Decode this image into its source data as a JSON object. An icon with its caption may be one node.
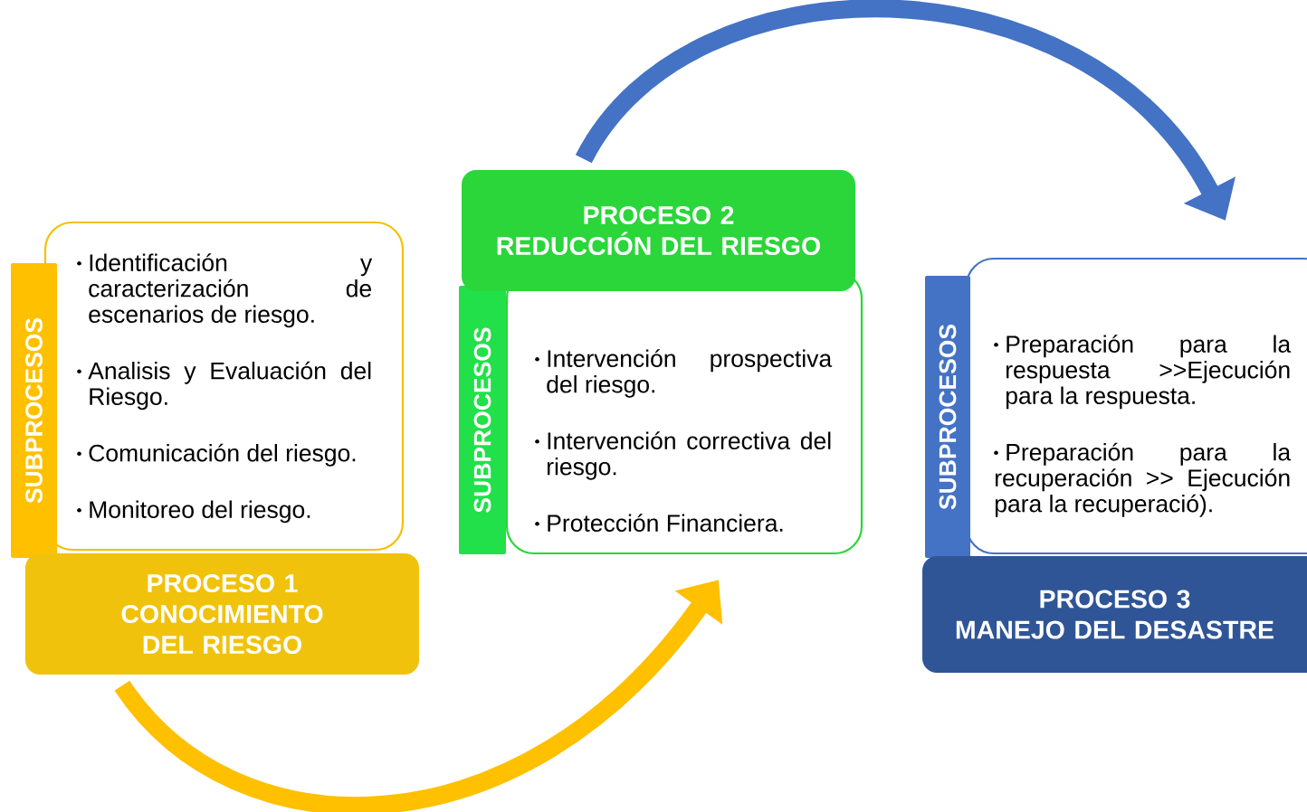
{
  "diagram": {
    "nodes": [
      {
        "text": [
          "Identificación y caracterización de escenarios de riesgo.",
          "Analisis y Evaluación del Riesgo.",
          "Comunicación del riesgo.",
          "Monitoreo del riesgo."
        ]
      },
      {
        "text": [
          "SUBPROCESOS"
        ]
      },
      {
        "text": [
          "PROCESO 1",
          "CONOCIMIENTO DEL RIESGO"
        ]
      },
      {
        "text": [
          "PROCESO 2",
          "REDUCCIÓN DEL RIESGO"
        ]
      },
      {
        "text": [
          "SUBPROCESOS"
        ]
      },
      {
        "text": [
          "Intervención prospectiva del riesgo.",
          "Intervención correctiva del riesgo.",
          "Protección Financiera."
        ]
      },
      {
        "text": [
          "SUBPROCESOS"
        ]
      },
      {
        "text": [
          "Preparación para la respuesta >>Ejecución para la respuesta.",
          "Preparación para la recuperación >> Ejecución para la recuperació)."
        ]
      },
      {
        "text": [
          "PROCESO 3",
          "MANEJO DEL DESASTRE"
        ]
      }
    ],
    "edges": [
      {
        "from": 2,
        "to": 5,
        "arrow": "to",
        "color": "#ffc000"
      },
      {
        "from": 3,
        "to": 7,
        "arrow": "to",
        "color": "#4472c4"
      }
    ]
  }
}
